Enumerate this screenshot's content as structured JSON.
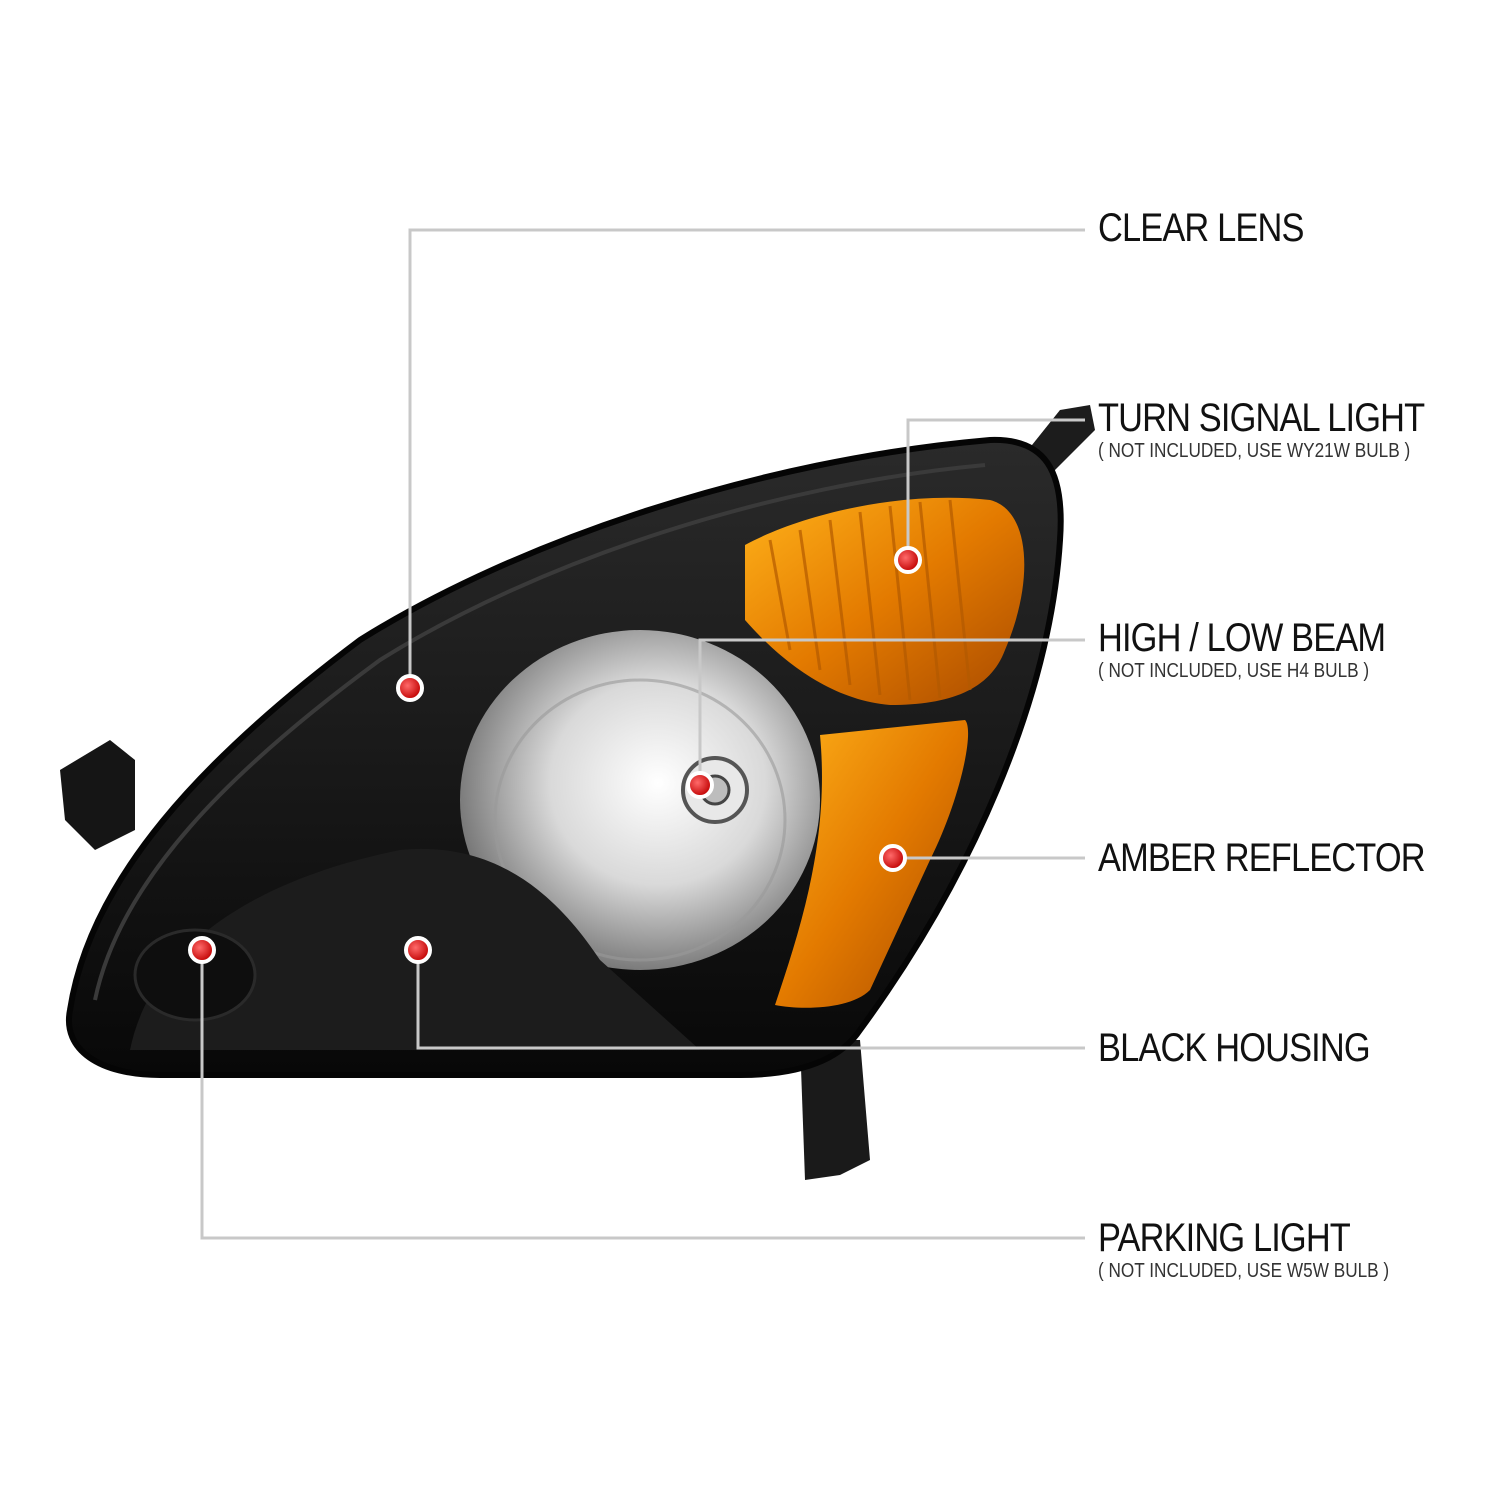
{
  "colors": {
    "background": "#ffffff",
    "housing": "#111111",
    "amber": "#e07a00",
    "leader_line": "#c8c8c8",
    "marker": "#e01010"
  },
  "callouts": {
    "clear_lens": {
      "title": "CLEAR LENS"
    },
    "turn_signal": {
      "title": "TURN SIGNAL LIGHT",
      "note": "( NOT INCLUDED, USE  WY21W  BULB )"
    },
    "high_low_beam": {
      "title": "HIGH / LOW BEAM",
      "note": "( NOT INCLUDED, USE  H4  BULB )"
    },
    "amber_reflector": {
      "title": "AMBER REFLECTOR"
    },
    "black_housing": {
      "title": "BLACK HOUSING"
    },
    "parking_light": {
      "title": "PARKING LIGHT",
      "note": "( NOT INCLUDED, USE  W5W  BULB )"
    }
  }
}
